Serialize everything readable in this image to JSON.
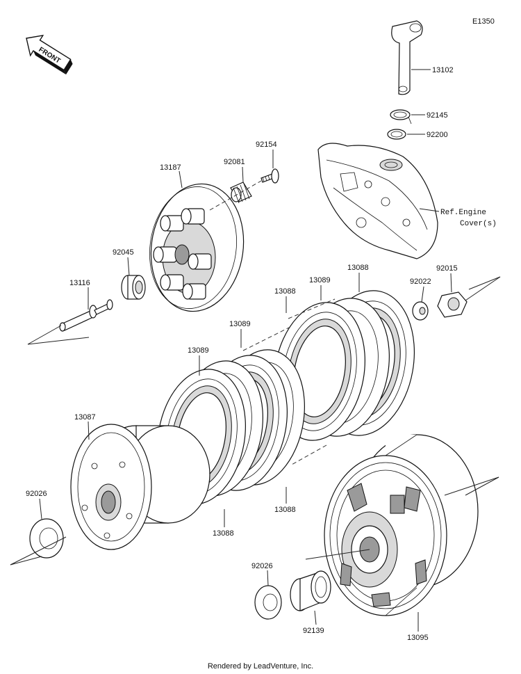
{
  "diagram_code": "E1350",
  "front_label": "FRONT",
  "footer": "Rendered by LeadVenture, Inc.",
  "ref_label": {
    "line1": "Ref.Engine",
    "line2": "Cover(s)"
  },
  "labels": {
    "p13102": "13102",
    "p92145": "92145",
    "p92200": "92200",
    "p92154": "92154",
    "p92081": "92081",
    "p13187": "13187",
    "p92045": "92045",
    "p13116": "13116",
    "p13088_a": "13088",
    "p13089_a": "13089",
    "p13088_b": "13088",
    "p13089_b": "13089",
    "p13089_c": "13089",
    "p92022": "92022",
    "p92015": "92015",
    "p13087": "13087",
    "p92026_a": "92026",
    "p13088_c": "13088",
    "p13088_d": "13088",
    "p92026_b": "92026",
    "p92139": "92139",
    "p13095": "13095"
  }
}
